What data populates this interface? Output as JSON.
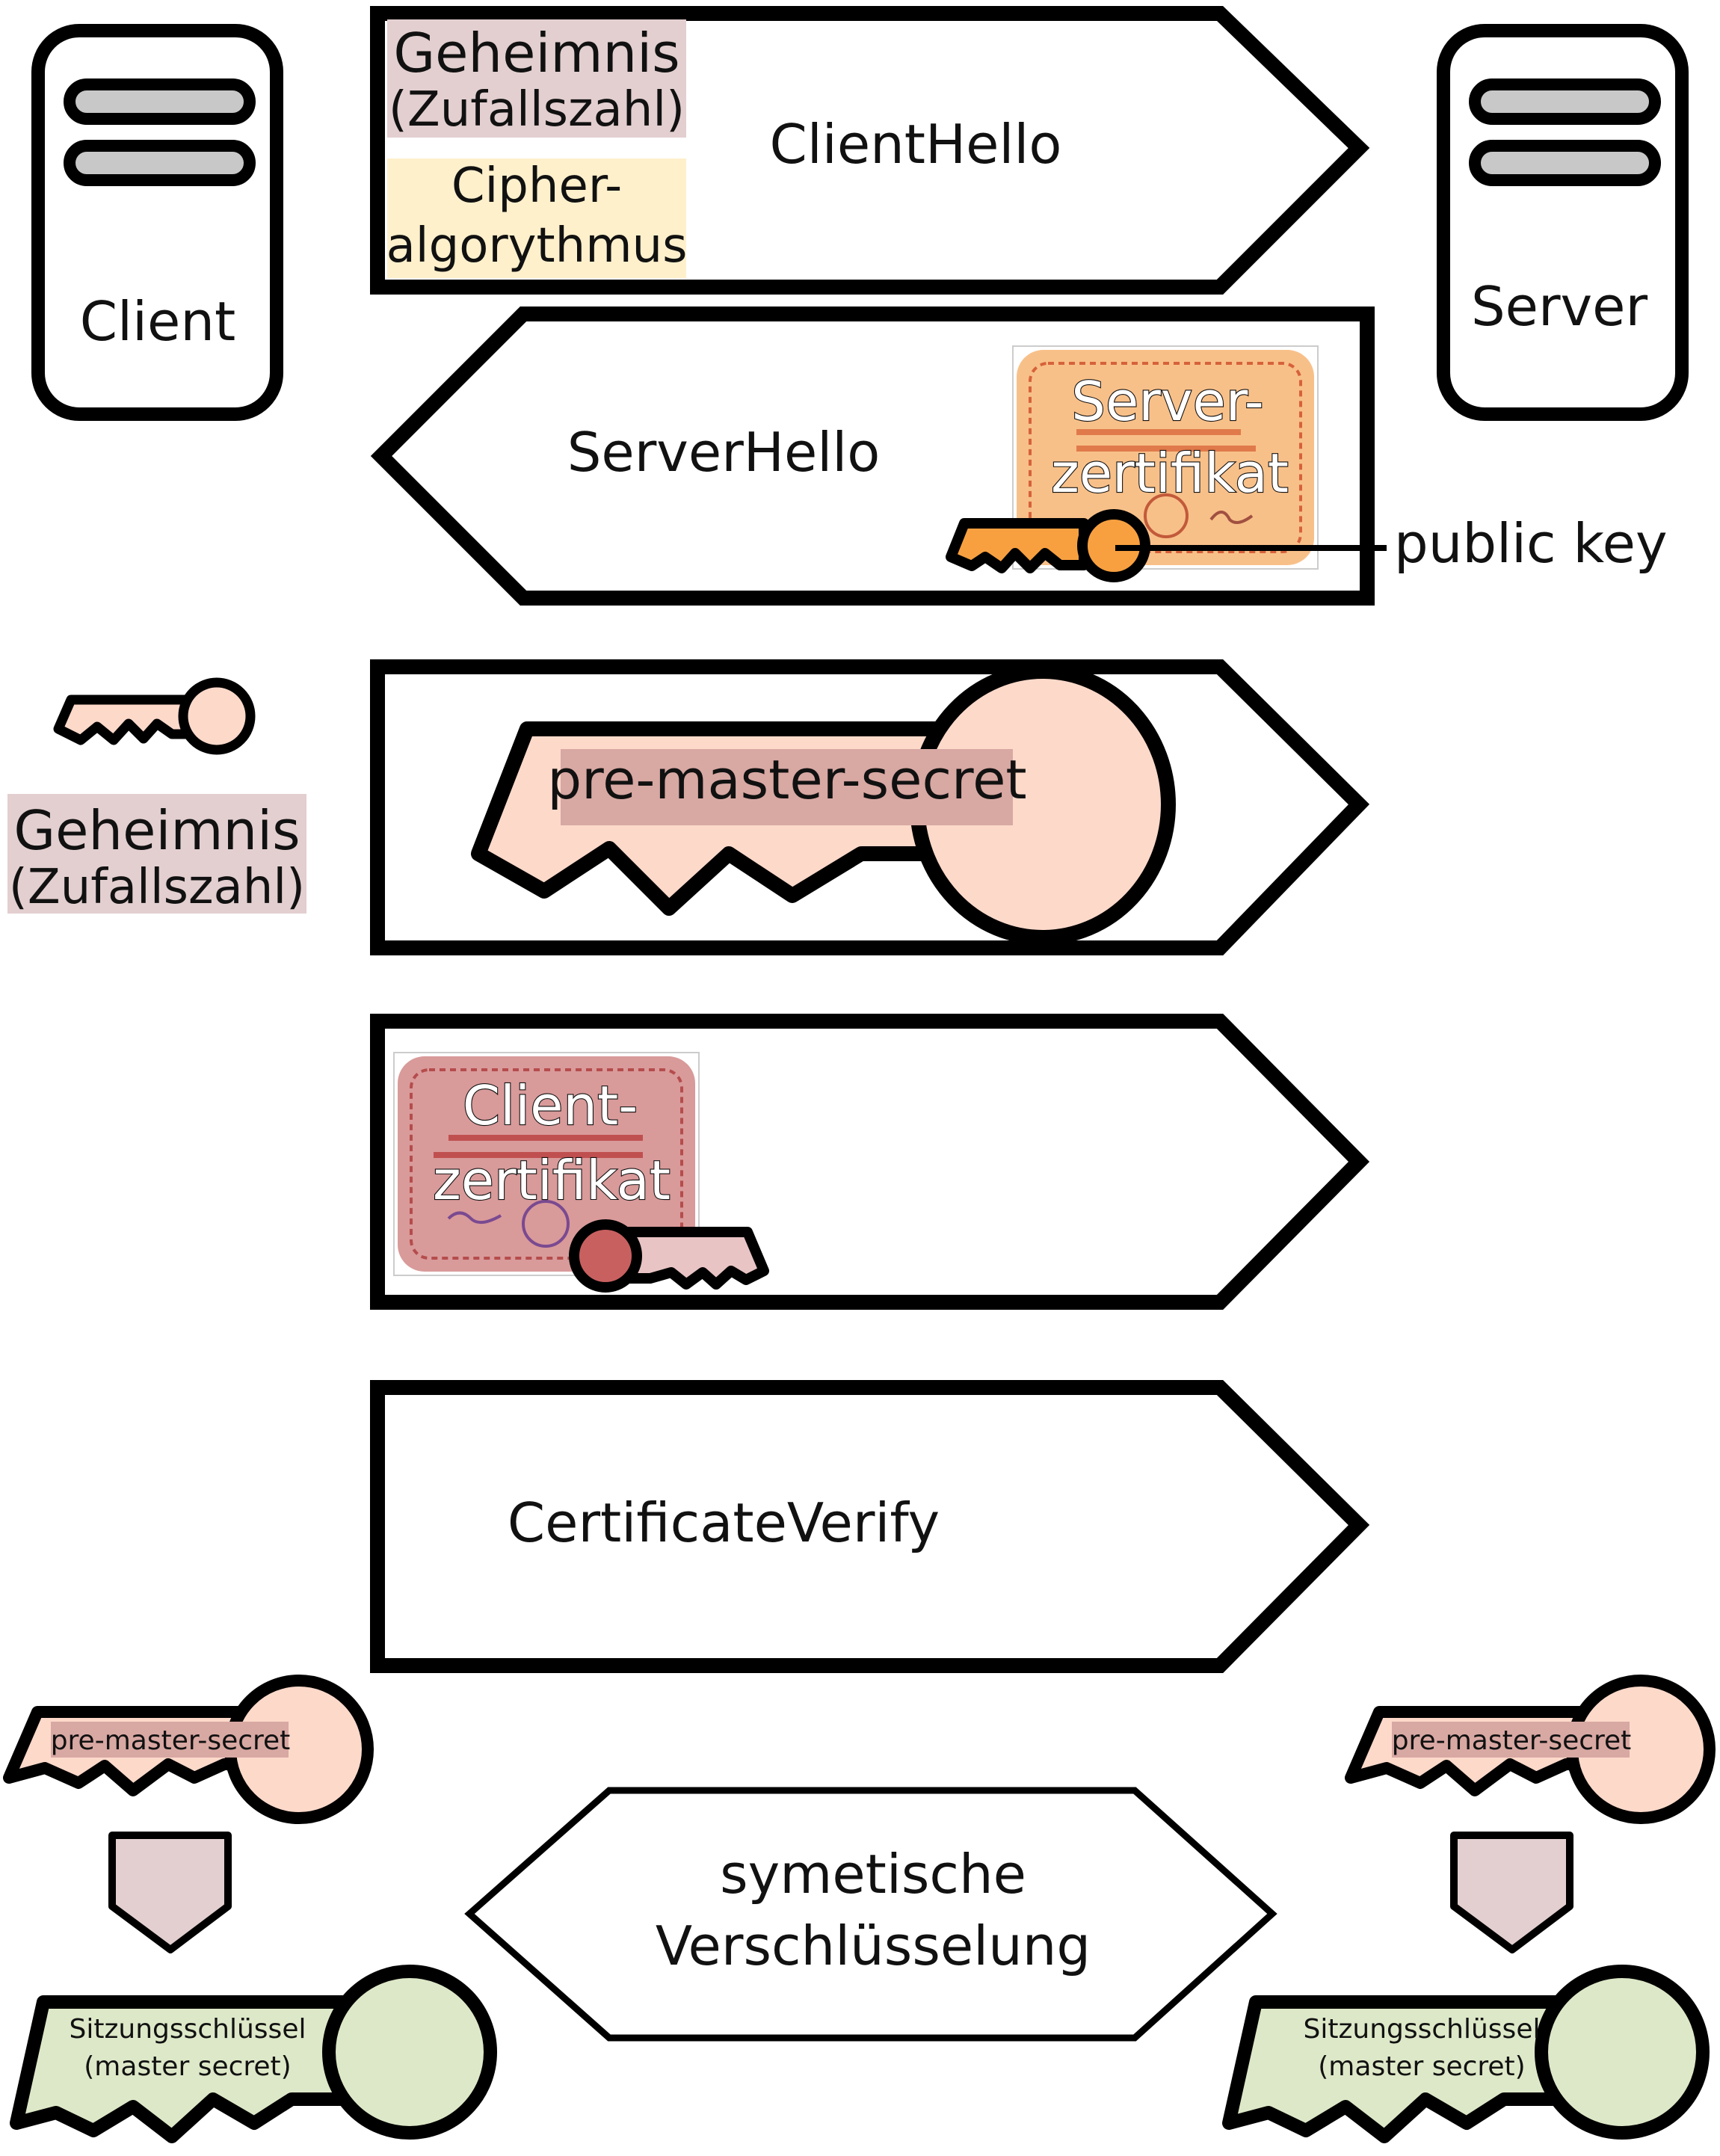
{
  "client": {
    "label": "Client"
  },
  "server": {
    "label": "Server"
  },
  "client_hello": {
    "label": "ClientHello",
    "secret_line1": "Geheimnis",
    "secret_line2": "(Zufallszahl)",
    "cipher_line1": "Cipher-",
    "cipher_line2": "algorythmus"
  },
  "server_hello": {
    "label": "ServerHello",
    "cert_line1": "Server-",
    "cert_line2": "zertifikat",
    "public_key": "public key"
  },
  "client_secret": {
    "line1": "Geheimnis",
    "line2": "(Zufallszahl)"
  },
  "pre_master": {
    "label": "pre-master-secret"
  },
  "client_cert": {
    "line1": "Client-",
    "line2": "zertifikat"
  },
  "certificate_verify": {
    "label": "CertificateVerify"
  },
  "bottom": {
    "left_pre_master": "pre-master-secret",
    "right_pre_master": "pre-master-secret",
    "left_session_line1": "Sitzungsschlüssel",
    "left_session_line2": "(master secret)",
    "right_session_line1": "Sitzungsschlüssel",
    "right_session_line2": "(master secret)",
    "symmetric_line1": "symetische",
    "symmetric_line2": "Verschlüsselung"
  },
  "colors": {
    "secret_bg": "#e3cfd0",
    "cipher_bg": "#fff0cc",
    "key_pink": "#fdd9ca",
    "key_label_bg": "#d8a8a3",
    "server_cert": "#f8c089",
    "client_cert": "#d99a9a",
    "arrow_down": "#e3cfd0",
    "session_key": "#dde8c8"
  }
}
